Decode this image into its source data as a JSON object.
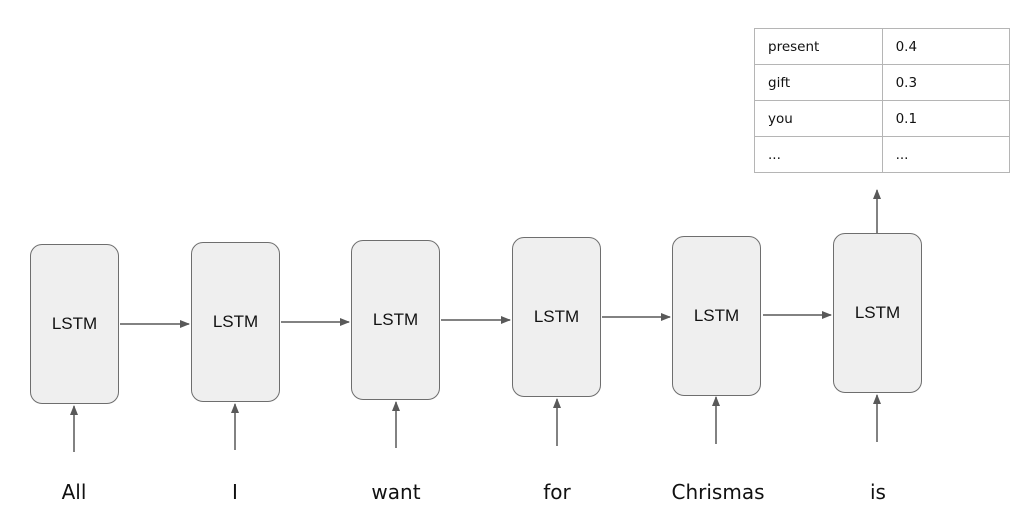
{
  "diagram": {
    "cells": [
      {
        "label": "LSTM",
        "word": "All"
      },
      {
        "label": "LSTM",
        "word": "I"
      },
      {
        "label": "LSTM",
        "word": "want"
      },
      {
        "label": "LSTM",
        "word": "for"
      },
      {
        "label": "LSTM",
        "word": "Chrismas"
      },
      {
        "label": "LSTM",
        "word": "is"
      }
    ],
    "output_table": [
      {
        "word": "present",
        "prob": "0.4"
      },
      {
        "word": "gift",
        "prob": "0.3"
      },
      {
        "word": "you",
        "prob": "0.1"
      },
      {
        "word": "...",
        "prob": "..."
      }
    ]
  },
  "colors": {
    "box_fill": "#efefef",
    "box_border": "#6e6e6e",
    "arrow": "#595959",
    "table_border": "#b5b5b5"
  }
}
